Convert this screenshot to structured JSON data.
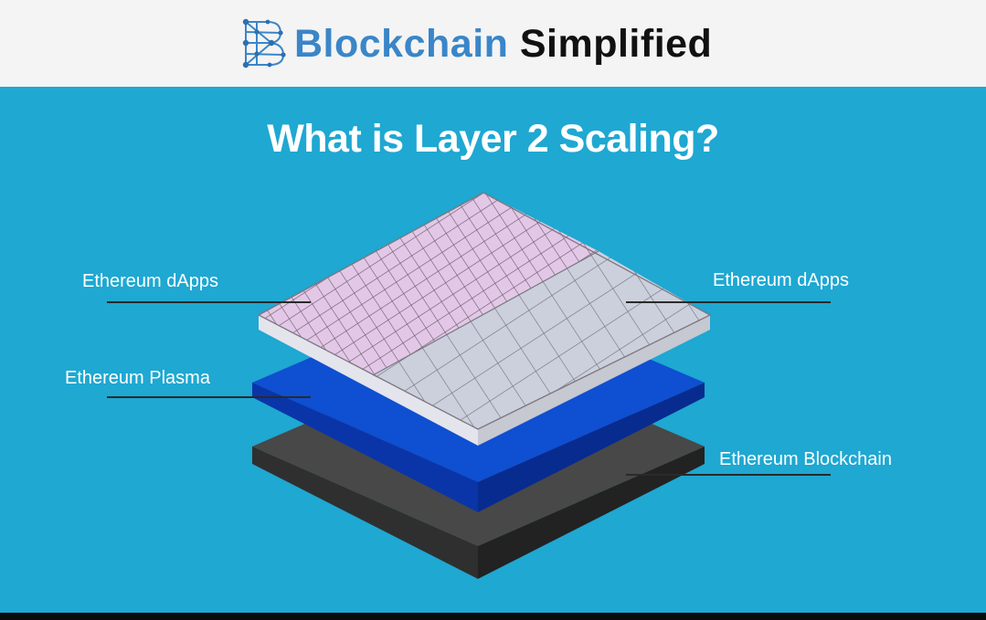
{
  "header": {
    "brand_part1": "Blockchain",
    "brand_part2": "Simplified",
    "logo_icon": "network-b-logo-icon"
  },
  "title": "What is Layer 2 Scaling?",
  "layers": {
    "dapps_left": "Ethereum dApps",
    "dapps_right": "Ethereum dApps",
    "plasma": "Ethereum Plasma",
    "blockchain": "Ethereum Blockchain"
  },
  "colors": {
    "background": "#1ea8d2",
    "header_bg": "#f4f4f4",
    "brand_blue": "#3a86c8",
    "dapps_left_tile": "#e2c8e6",
    "dapps_right_tile": "#ccd0dd",
    "plasma_layer": "#0f4fd1",
    "blockchain_layer": "#484848"
  }
}
